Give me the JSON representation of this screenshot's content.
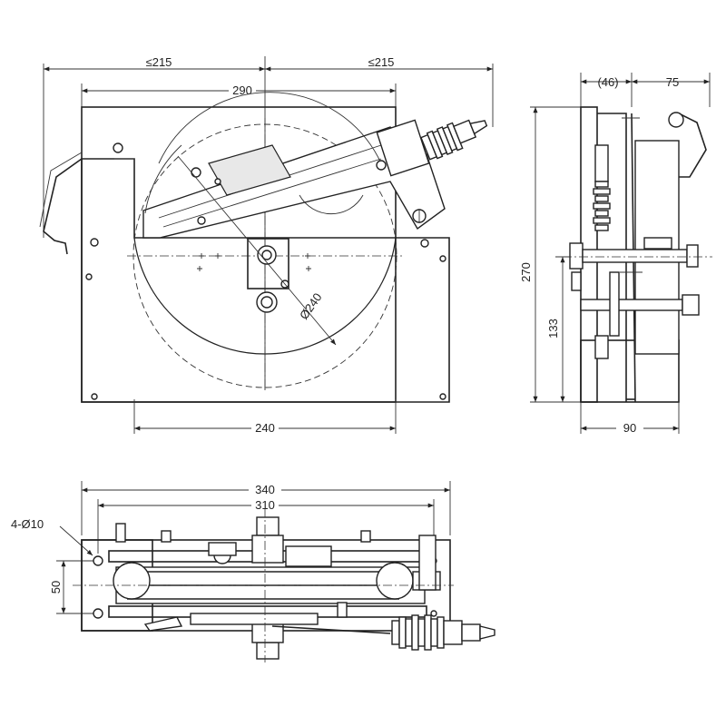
{
  "colors": {
    "line": "#222222",
    "background": "#ffffff"
  },
  "front_view": {
    "dim_left_top": "≤215",
    "dim_right_top": "≤215",
    "dim_width": "290",
    "dim_base": "240",
    "dim_diameter": "Ø240"
  },
  "side_view": {
    "dim_offset": "(46)",
    "dim_depth": "75",
    "dim_height": "270",
    "dim_axis_height": "133",
    "dim_base": "90"
  },
  "top_view": {
    "dim_total": "340",
    "dim_holes_span": "310",
    "dim_hole_spec": "4-Ø10",
    "dim_holes_pitch": "50"
  }
}
